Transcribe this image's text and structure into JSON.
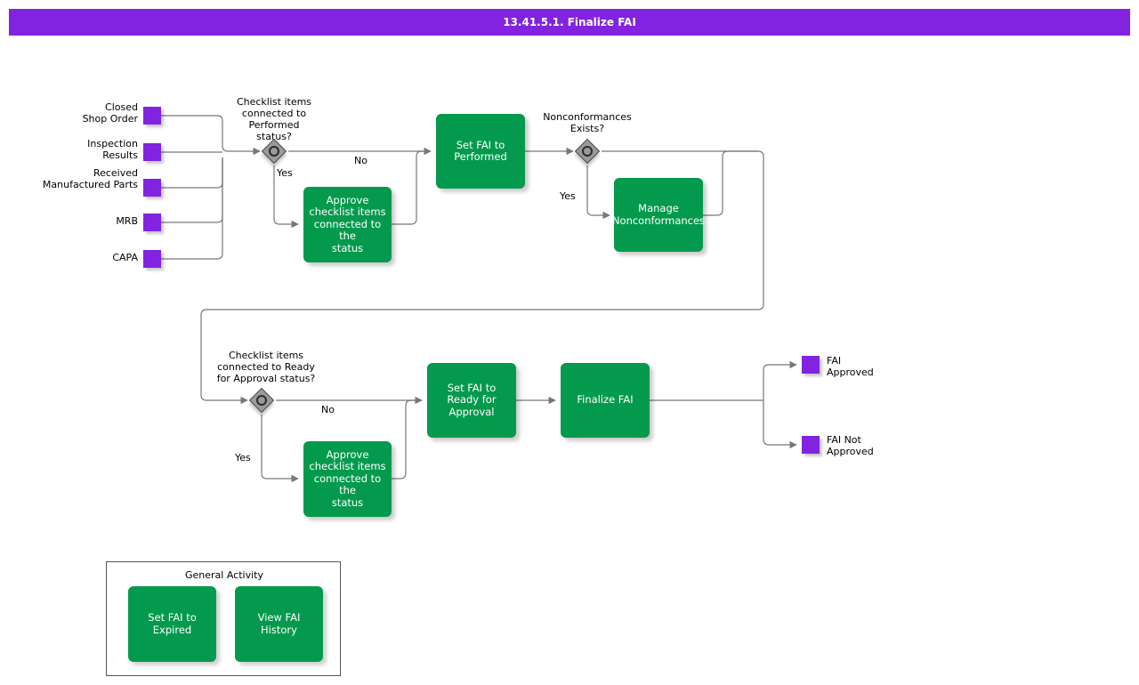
{
  "title": "13.41.5.1. Finalize FAI",
  "colors": {
    "title_bar": "#8223e0",
    "terminal_node": "#8223e0",
    "task": "#049a4d",
    "gateway": "#9a9a9a",
    "connector": "#777777",
    "text": "#000000"
  },
  "inputs": [
    {
      "id": "closed-shop-order",
      "label": "Closed\nShop Order"
    },
    {
      "id": "inspection-results",
      "label": "Inspection\nResults"
    },
    {
      "id": "received-manufactured-parts",
      "label": "Received\nManufactured Parts"
    },
    {
      "id": "mrb",
      "label": "MRB"
    },
    {
      "id": "capa",
      "label": "CAPA"
    }
  ],
  "gateways": [
    {
      "id": "checklist-performed",
      "question": "Checklist items\nconnected to\nPerformed\nstatus?"
    },
    {
      "id": "nonconformances",
      "question": "Nonconformances\nExists?"
    },
    {
      "id": "checklist-ready",
      "question": "Checklist items\nconnected to Ready\nfor Approval status?"
    }
  ],
  "edge_labels": {
    "gw1_yes": "Yes",
    "gw1_no": "No",
    "gw2_yes": "Yes",
    "gw3_yes": "Yes",
    "gw3_no": "No"
  },
  "tasks": [
    {
      "id": "approve-checklist-performed",
      "label": "Approve\nchecklist items\nconnected to the\nstatus"
    },
    {
      "id": "set-fai-performed",
      "label": "Set FAI to\nPerformed"
    },
    {
      "id": "manage-nonconformances",
      "label": "Manage\nNonconformances"
    },
    {
      "id": "approve-checklist-ready",
      "label": "Approve\nchecklist items\nconnected to the\nstatus"
    },
    {
      "id": "set-fai-ready-for-approval",
      "label": "Set FAI to\nReady for\nApproval"
    },
    {
      "id": "finalize-fai",
      "label": "Finalize FAI"
    }
  ],
  "outputs": [
    {
      "id": "fai-approved",
      "label": "FAI\nApproved"
    },
    {
      "id": "fai-not-approved",
      "label": "FAI Not\nApproved"
    }
  ],
  "general_activity": {
    "title": "General Activity",
    "tasks": [
      {
        "id": "set-fai-expired",
        "label": "Set FAI to\nExpired"
      },
      {
        "id": "view-fai-history",
        "label": "View FAI History"
      }
    ]
  }
}
